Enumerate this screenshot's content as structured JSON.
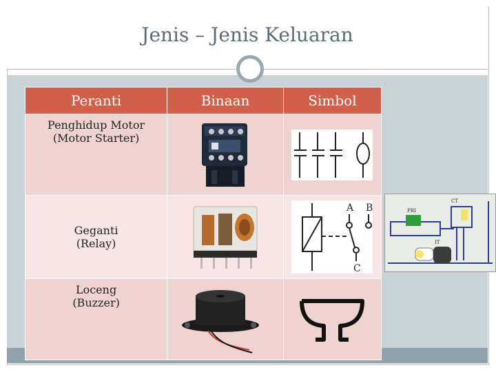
{
  "slide": {
    "title": "Jenis – Jenis Keluaran"
  },
  "table": {
    "headers": [
      "Peranti",
      "Binaan",
      "Simbol"
    ],
    "rows": [
      {
        "peranti": "Penghidup Motor (Motor Starter)",
        "line1": "Penghidup Motor",
        "line2": "(Motor Starter)"
      },
      {
        "peranti": "Geganti (Relay)",
        "line1": "Geganti",
        "line2": "(Relay)"
      },
      {
        "peranti": "Loceng (Buzzer)",
        "line1": "Loceng",
        "line2": "(Buzzer)"
      }
    ]
  },
  "relay_symbol": {
    "label_a": "A",
    "label_b": "B",
    "label_c": "C"
  },
  "circuit": {
    "label_pri": "PRI",
    "label_ct": "CT",
    "label_it": "IT"
  }
}
